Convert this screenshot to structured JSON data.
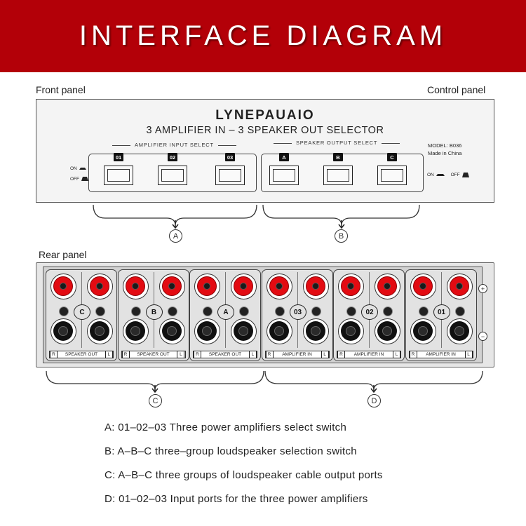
{
  "header": {
    "title": "INTERFACE DIAGRAM"
  },
  "labels": {
    "front_panel": "Front panel",
    "control_panel": "Control panel",
    "rear_panel": "Rear panel"
  },
  "front": {
    "brand": "LYNEPAUAIO",
    "subtitle": "3 AMPLIFIER IN – 3 SPEAKER OUT SELECTOR",
    "amp_group_label": "AMPLIFIER  INPUT  SELECT",
    "spk_group_label": "SPEAKER  OUTPUT SELECT",
    "amp_buttons": [
      "01",
      "02",
      "03"
    ],
    "spk_buttons": [
      "A",
      "B",
      "C"
    ],
    "model": "MODEL: B036",
    "made_in": "Made in China",
    "on": "ON",
    "off": "OFF"
  },
  "callouts": [
    "A",
    "B",
    "C",
    "D"
  ],
  "rear": {
    "modules": [
      {
        "label": "C",
        "bar": "SPEAKER OUT"
      },
      {
        "label": "B",
        "bar": "SPEAKER OUT"
      },
      {
        "label": "A",
        "bar": "SPEAKER OUT"
      },
      {
        "label": "03",
        "bar": "AMPLIFIER IN"
      },
      {
        "label": "02",
        "bar": "AMPLIFIER IN"
      },
      {
        "label": "01",
        "bar": "AMPLIFIER IN"
      }
    ],
    "r": "R",
    "l": "L",
    "plus": "+",
    "minus": "−"
  },
  "legend": [
    "A: 01–02–03 Three power amplifiers select switch",
    "B: A–B–C three–group loudspeaker selection switch",
    "C: A–B–C three groups of loudspeaker cable output ports",
    "D: 01–02–03 Input ports for the three power amplifiers"
  ],
  "colors": {
    "banner": "#b30008",
    "jack_red": "#e30b12"
  }
}
